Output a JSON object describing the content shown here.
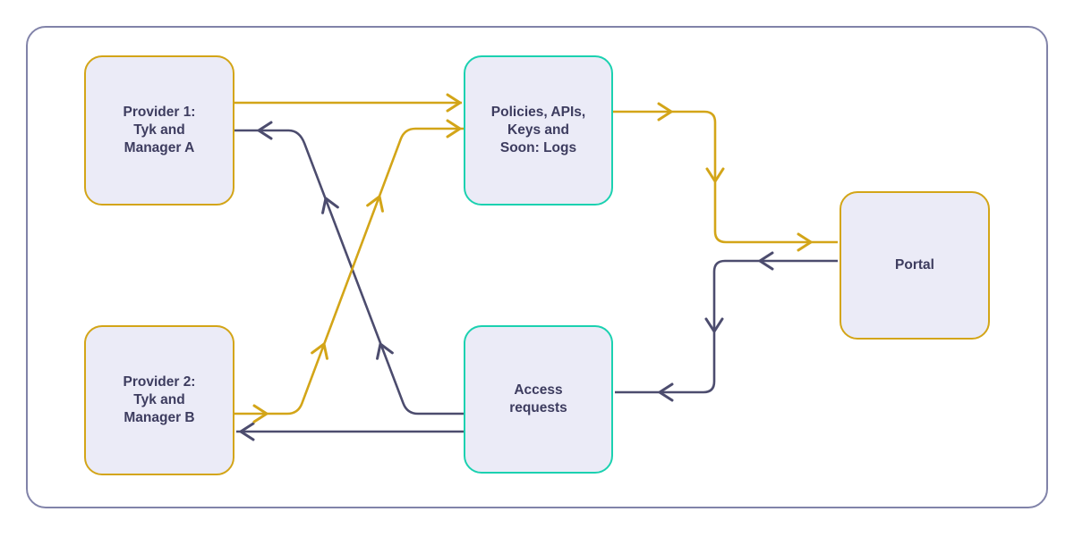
{
  "theme": {
    "background": "#ffffff",
    "frame_border": "#8183A9",
    "gold": "#D3A518",
    "teal": "#1BD1B0",
    "slate": "#4C4C6E",
    "node_fill": "#EBEBF7",
    "text": "#3D3C5F"
  },
  "nodes": {
    "provider1": {
      "label": "Provider 1:\nTyk and\nManager A",
      "border_color": "#D3A518"
    },
    "provider2": {
      "label": "Provider 2:\nTyk and\nManager B",
      "border_color": "#D3A518"
    },
    "policies": {
      "label": "Policies, APIs,\nKeys and\nSoon: Logs",
      "border_color": "#1BD1B0"
    },
    "access": {
      "label": "Access\nrequests",
      "border_color": "#1BD1B0"
    },
    "portal": {
      "label": "Portal",
      "border_color": "#D3A518"
    }
  },
  "edges": [
    {
      "from": "provider1",
      "to": "policies",
      "color": "#D3A518"
    },
    {
      "from": "provider2",
      "to": "policies",
      "color": "#D3A518"
    },
    {
      "from": "policies",
      "to": "portal",
      "color": "#D3A518"
    },
    {
      "from": "portal",
      "to": "access",
      "color": "#4C4C6E"
    },
    {
      "from": "access",
      "to": "provider1",
      "color": "#4C4C6E"
    },
    {
      "from": "access",
      "to": "provider2",
      "color": "#4C4C6E"
    }
  ]
}
